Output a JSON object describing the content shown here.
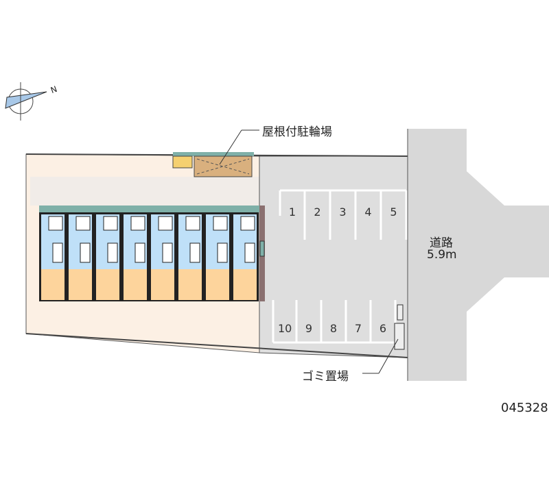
{
  "labels": {
    "bike_parking": "屋根付駐輪場",
    "road_name": "道路",
    "road_width": "5.9m",
    "garbage": "ゴミ置場",
    "property_code": "045328"
  },
  "compass": {
    "north_label": "N"
  },
  "parking_top": [
    "1",
    "2",
    "3",
    "4",
    "5"
  ],
  "parking_bottom": [
    "10",
    "9",
    "8",
    "7",
    "6"
  ],
  "units_count": 8,
  "colors": {
    "lot": "#fcf0e4",
    "parking": "#dedede",
    "road": "#d8d8d8",
    "living": "#bfe0f8",
    "room": "#fdd49c",
    "roof": "#7fb0a8",
    "shed": "#d9b07e"
  }
}
